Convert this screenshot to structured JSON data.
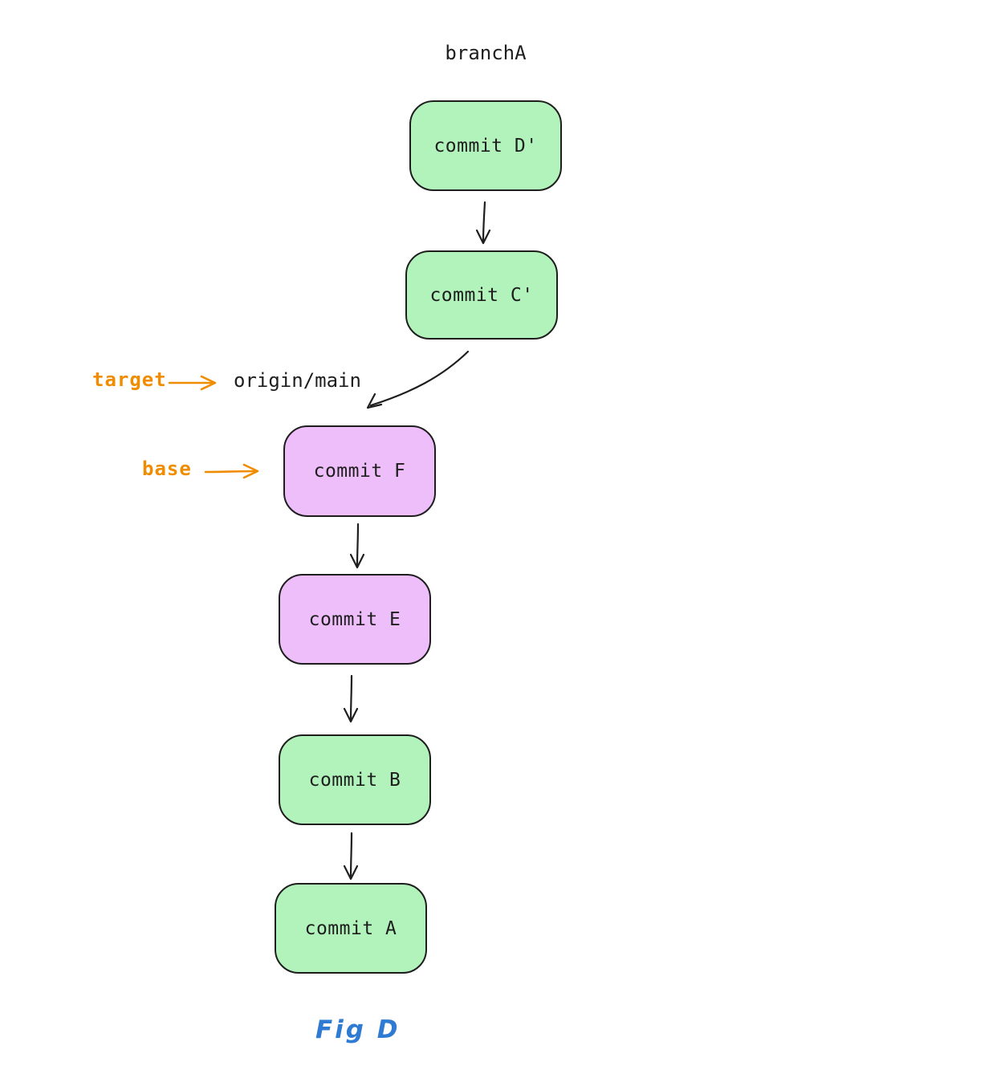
{
  "diagram": {
    "branch_label": "branchA",
    "ref_label": "origin/main",
    "fig_label": "Fig D",
    "annotations": {
      "target_label": "target",
      "base_label": "base"
    },
    "nodes": [
      {
        "id": "commit-d-prime",
        "label": "commit D'",
        "color": "green"
      },
      {
        "id": "commit-c-prime",
        "label": "commit C'",
        "color": "green"
      },
      {
        "id": "commit-f",
        "label": "commit F",
        "color": "purple"
      },
      {
        "id": "commit-e",
        "label": "commit E",
        "color": "purple"
      },
      {
        "id": "commit-b",
        "label": "commit B",
        "color": "green"
      },
      {
        "id": "commit-a",
        "label": "commit A",
        "color": "green"
      }
    ],
    "colors": {
      "node_green": "#b2f2bb",
      "node_purple": "#eebefa",
      "stroke": "#1e1e1e",
      "annotation_orange": "#f08c00",
      "fig_blue": "#2f7bd3",
      "background": "#ffffff"
    }
  }
}
